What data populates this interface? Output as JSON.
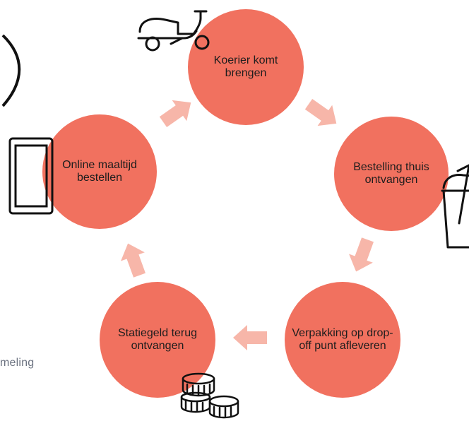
{
  "colors": {
    "circle": "#f1715f",
    "arrow": "#f7b6a9",
    "outline": "#111111"
  },
  "diagram": {
    "nodes": [
      {
        "id": "courier",
        "label": "Koerier komt brengen"
      },
      {
        "id": "receive",
        "label": "Bestelling thuis ontvangen"
      },
      {
        "id": "dropoff",
        "label": "Verpakking op drop-off punt afleveren"
      },
      {
        "id": "deposit",
        "label": "Statiegeld terug ontvangen"
      },
      {
        "id": "order",
        "label": "Online maaltijd bestellen"
      }
    ],
    "icons": [
      {
        "name": "scooter-icon"
      },
      {
        "name": "drink-cup-icon"
      },
      {
        "name": "coins-icon"
      },
      {
        "name": "tablet-icon"
      }
    ]
  },
  "partial_text": {
    "left_label": "meling"
  }
}
